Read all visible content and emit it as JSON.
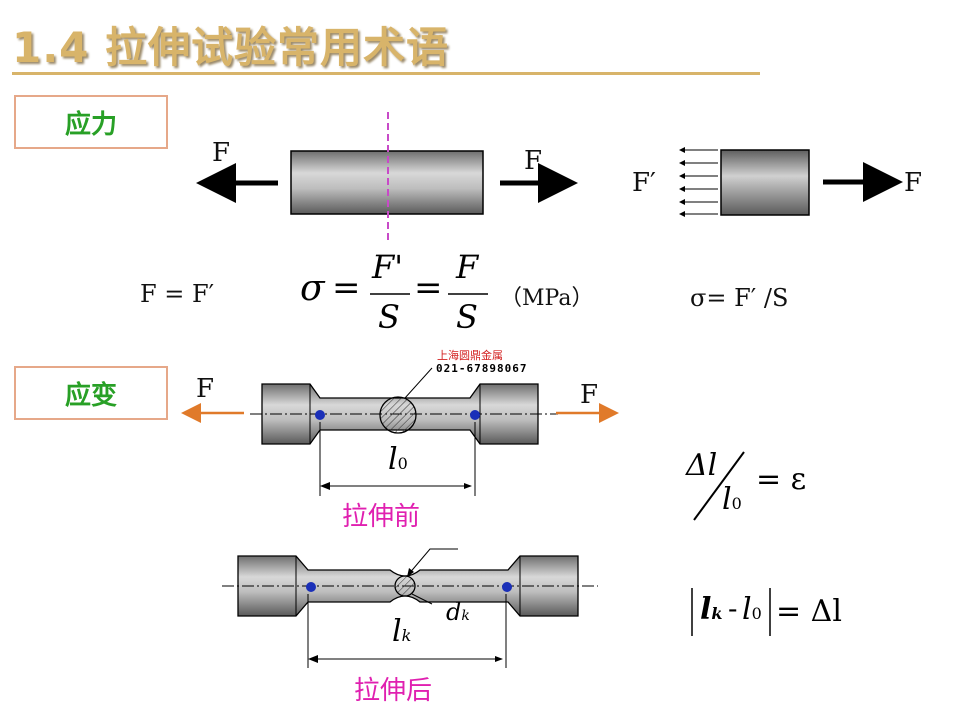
{
  "title": "1.4  拉伸试验常用术语",
  "sections": {
    "stress_label": "应力",
    "strain_label": "应变"
  },
  "stress": {
    "force_left": "F",
    "force_right": "F",
    "force_prime": "F′",
    "force_right2": "F",
    "equation_equal": "F = F′",
    "formula_sigma": "σ",
    "formula_eq": "=",
    "formula_num1": "F'",
    "formula_den1": "S",
    "formula_num2": "F",
    "formula_den2": "S",
    "unit": "（MPa）",
    "short_formula": "σ= F′ /S"
  },
  "watermark": {
    "company": "上海圆鼎金属",
    "phone": "021-67898067"
  },
  "strain": {
    "force_left": "F",
    "force_right": "F",
    "l0": "l",
    "l0_sub": "0",
    "before_caption": "拉伸前",
    "dk": "d",
    "dk_sub": "k",
    "lk": "l",
    "lk_sub": "k",
    "after_caption": "拉伸后",
    "eq1_delta_l": "Δl",
    "eq1_l0": "l",
    "eq1_l0_sub": "0",
    "eq1_rhs": "= ε",
    "eq2_lk": "l",
    "eq2_lk_sub": "k",
    "eq2_minus": "-",
    "eq2_l0": "l",
    "eq2_l0_sub": "0",
    "eq2_rhs": "= Δl"
  },
  "colors": {
    "title": "#d8b46a",
    "tag_border": "#e6a889",
    "tag_text": "#28a026",
    "caption": "#e020b0",
    "arrow_orange": "#e07a2a",
    "dot_blue": "#1a2fb8",
    "dashed_magenta": "#c84ac8"
  }
}
